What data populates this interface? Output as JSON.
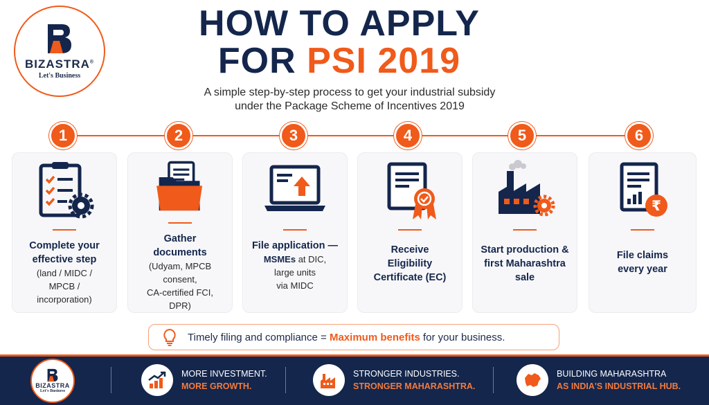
{
  "brand": {
    "name": "BIZASTRA",
    "registered": "®",
    "tagline": "Let's Business"
  },
  "header": {
    "title_line1": "HOW TO APPLY",
    "title_line2_prefix": "FOR ",
    "title_line2_accent": "PSI 2019",
    "subtitle_line1": "A simple step-by-step process to get your industrial subsidy",
    "subtitle_line2": "under the Package Scheme of Incentives 2019"
  },
  "colors": {
    "accent": "#f05a1a",
    "navy": "#14264c",
    "card_bg": "#f7f7f9"
  },
  "steps": [
    {
      "number": "1",
      "icon": "clipboard-checklist-gear-icon",
      "heading_line1": "Complete your",
      "heading_line2": "effective step",
      "detail_line1": "(land / MIDC /",
      "detail_line2": "MPCB /",
      "detail_line3": "incorporation)"
    },
    {
      "number": "2",
      "icon": "folder-documents-icon",
      "heading_line1": "Gather",
      "heading_line2": "documents",
      "detail_line1": "(Udyam, MPCB",
      "detail_line2": "consent,",
      "detail_line3": "CA-certified FCI,",
      "detail_line4": "DPR)"
    },
    {
      "number": "3",
      "icon": "laptop-upload-icon",
      "heading_line1": "File application —",
      "detail_bold": "MSMEs",
      "detail_line1_rest": " at DIC,",
      "detail_line2": "large units",
      "detail_line3": "via MIDC"
    },
    {
      "number": "4",
      "icon": "certificate-badge-icon",
      "heading_line1": "Receive",
      "heading_line2": "Eligibility",
      "heading_line3": "Certificate (EC)"
    },
    {
      "number": "5",
      "icon": "factory-gear-icon",
      "heading_line1": "Start production &",
      "heading_line2": "first Maharashtra",
      "heading_line3": "sale"
    },
    {
      "number": "6",
      "icon": "document-rupee-icon",
      "heading_line1": "File claims",
      "heading_line2": "every year"
    }
  ],
  "tip": {
    "icon": "lightbulb-icon",
    "text_before": "Timely filing and compliance = ",
    "text_highlight": "Maximum benefits",
    "text_after": " for your business."
  },
  "footer": {
    "items": [
      {
        "icon": "growth-chart-icon",
        "line1": "MORE INVESTMENT.",
        "line2": "MORE GROWTH."
      },
      {
        "icon": "factory-icon",
        "line1": "STRONGER INDUSTRIES.",
        "line2": "STRONGER MAHARASHTRA."
      },
      {
        "icon": "maharashtra-map-icon",
        "line1": "BUILDING MAHARASHTRA",
        "line2": "AS INDIA'S INDUSTRIAL HUB."
      }
    ]
  }
}
